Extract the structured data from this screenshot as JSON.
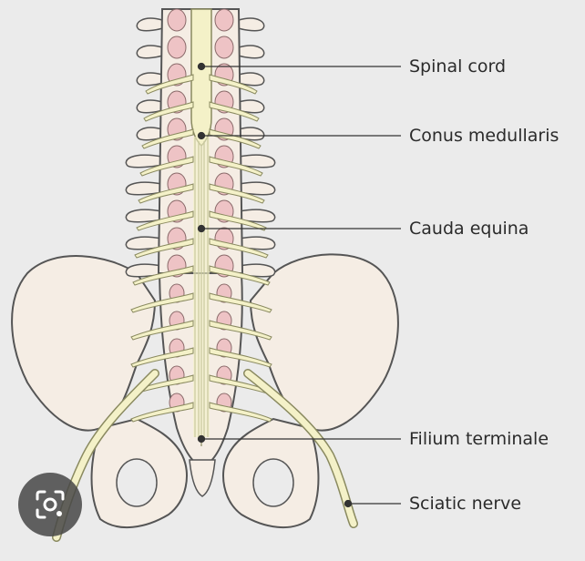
{
  "labels": {
    "spinal_cord": "Spinal cord",
    "conus_medullaris": "Conus medullaris",
    "cauda_equina": "Cauda equina",
    "filium_terminale": "Filium terminale",
    "sciatic_nerve": "Sciatic nerve"
  },
  "colors": {
    "background": "#ebebeb",
    "bone": "#f5ede4",
    "bone_outline": "#555555",
    "vertebral_body": "#eec3c5",
    "nerve": "#f4f1c8",
    "nerve_outline": "#8a8a60",
    "leader_line": "#333333"
  },
  "overlay": {
    "icon": "google-lens-icon"
  }
}
